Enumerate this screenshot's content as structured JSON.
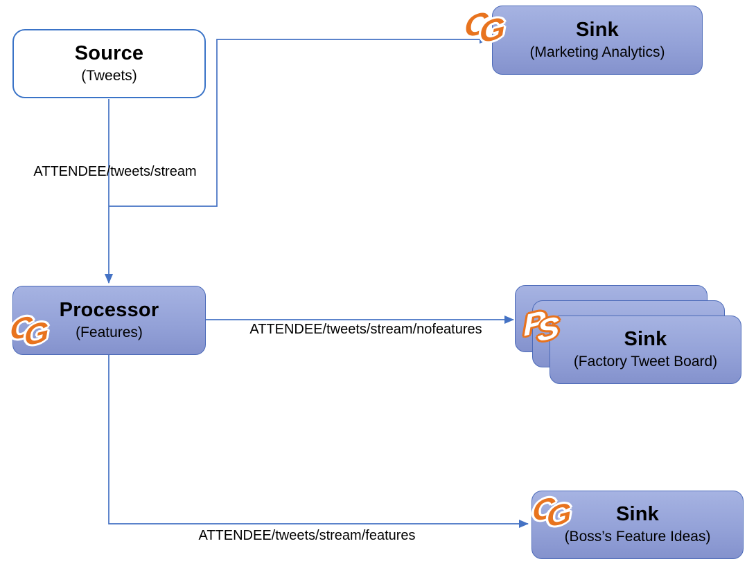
{
  "nodes": {
    "source": {
      "title": "Source",
      "subtitle": "(Tweets)"
    },
    "sink_marketing": {
      "title": "Sink",
      "subtitle": "(Marketing Analytics)",
      "logo": "CG"
    },
    "processor": {
      "title": "Processor",
      "subtitle": "(Features)",
      "logo": "CG"
    },
    "sink_factory": {
      "title": "Sink",
      "subtitle": "(Factory Tweet Board)",
      "logo": "PS",
      "stack_count": 3
    },
    "sink_boss": {
      "title": "Sink",
      "subtitle": "(Boss’s Feature Ideas)",
      "logo": "CG"
    }
  },
  "edges": {
    "source_to_processor": {
      "label": "ATTENDEE/tweets/stream"
    },
    "source_to_marketing": {
      "label": ""
    },
    "processor_to_factory": {
      "label": "ATTENDEE/tweets/stream/nofeatures"
    },
    "processor_to_boss": {
      "label": "ATTENDEE/tweets/stream/features"
    }
  },
  "colors": {
    "node_fill_top": "#a6b3e2",
    "node_fill_bottom": "#8492cd",
    "node_border": "#4a69b8",
    "source_border": "#3a73c7",
    "connector": "#4472c4",
    "logo_orange": "#e8731e",
    "logo_white": "#ffffff",
    "text": "#000000"
  }
}
